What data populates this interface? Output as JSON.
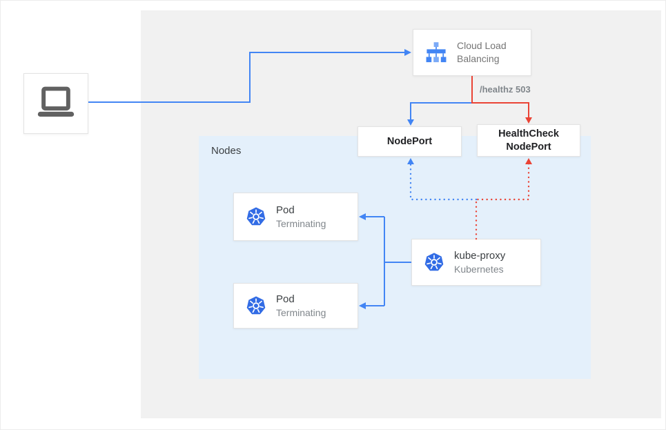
{
  "colors": {
    "arrow_blue": "#4285f4",
    "arrow_red": "#ea4335",
    "panel_gray": "#f1f1f1",
    "nodes_panel_blue": "#e4f0fb",
    "kubernetes_blue": "#326ce5",
    "text_dark": "#202124",
    "text_gray": "#757575"
  },
  "load_balancer": {
    "label": "Cloud Load Balancing"
  },
  "health_check_label": "/healthz 503",
  "nodeport": {
    "label": "NodePort"
  },
  "healthcheck_nodeport": {
    "label": "HealthCheck NodePort"
  },
  "nodes_panel": {
    "label": "Nodes"
  },
  "pods": [
    {
      "title": "Pod",
      "subtitle": "Terminating"
    },
    {
      "title": "Pod",
      "subtitle": "Terminating"
    }
  ],
  "kube_proxy": {
    "title": "kube-proxy",
    "subtitle": "Kubernetes"
  },
  "icons": {
    "client": "laptop-icon",
    "load_balancer": "load-balancer-icon",
    "pod": "kubernetes-icon",
    "kube_proxy": "kubernetes-icon"
  }
}
